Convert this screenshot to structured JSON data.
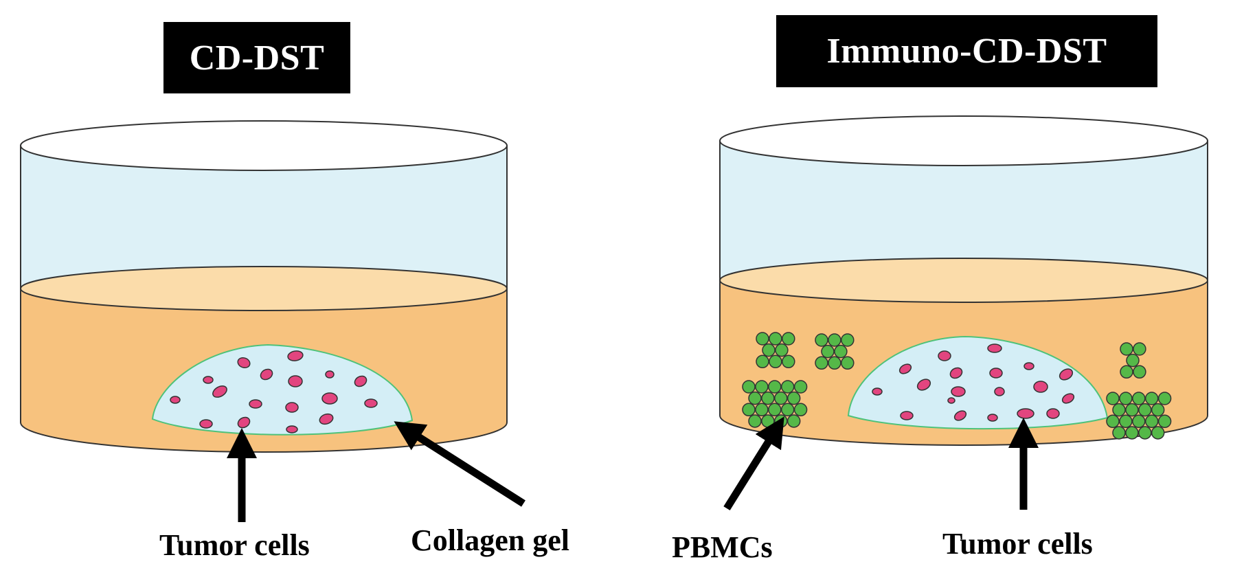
{
  "panels": [
    {
      "title": "CD-DST",
      "labels": [
        "Tumor cells",
        "Collagen gel"
      ]
    },
    {
      "title": "Immuno-CD-DST",
      "labels": [
        "PBMCs",
        "Tumor cells"
      ]
    }
  ],
  "colors": {
    "title_bg": "#000000",
    "title_text": "#ffffff",
    "dish_air": "#ddf1f7",
    "medium": "#f7c27e",
    "medium_top": "#fbdcaa",
    "collagen_gel": "#d4eef6",
    "gel_outline": "#4ec27a",
    "tumor_cell": "#e2457f",
    "pbmc": "#55b848",
    "arrow": "#000000"
  }
}
